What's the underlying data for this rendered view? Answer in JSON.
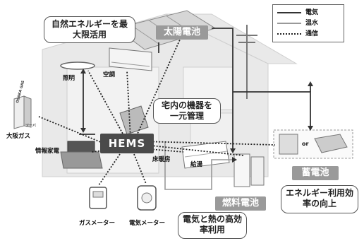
{
  "callouts": {
    "renewable": "自然エネルギーを最大限活用",
    "manage": "宅内の機器を一元管理",
    "efficiency": "エネルギー利用効率の向上",
    "highefficiency": "電気と熱の高効率利用"
  },
  "tags": {
    "solar": "太陽電池",
    "battery": "蓄電池",
    "fuelcell": "燃料電池"
  },
  "hems": "HEMS",
  "labels": {
    "lighting": "照明",
    "aircon": "空調",
    "appliances": "情報家電",
    "floorheat": "床暖房",
    "hotwater": "給湯",
    "gasmeter": "ガスメーター",
    "elecmeter": "電気メーター",
    "osakagas": "大阪ガス",
    "or": "or",
    "tower_text": "OSAKA GAS",
    "tower_small": "ツーバ"
  },
  "legend": {
    "electric": "電気",
    "hotwater": "温水",
    "comm": "通信"
  }
}
